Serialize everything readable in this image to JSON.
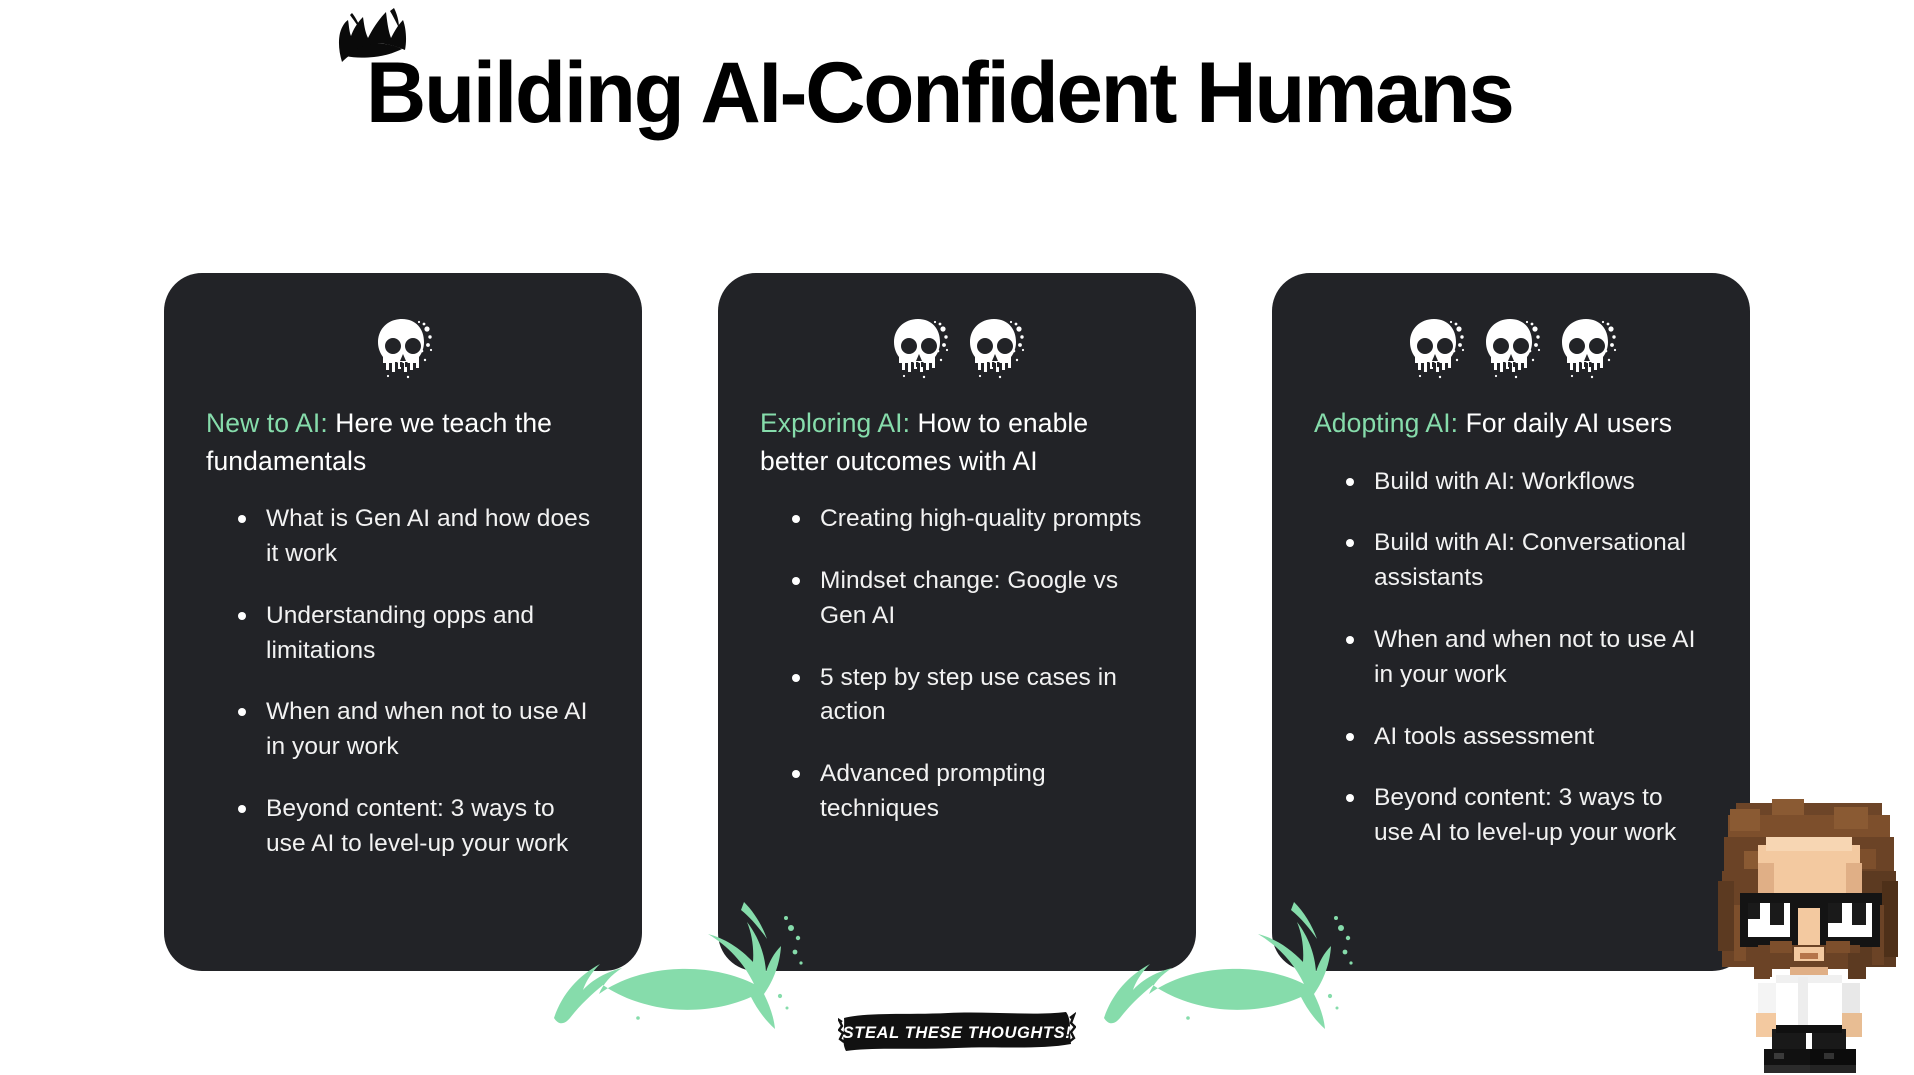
{
  "page": {
    "title": "Building AI-Confident Humans",
    "background_color": "#ffffff",
    "accent_color": "#86dcab",
    "card_color": "#222327",
    "text_color": "#ffffff"
  },
  "doodle": {
    "crown_icon": "crown-scribble-icon"
  },
  "cards": [
    {
      "id": "new-to-ai",
      "skull_count": 1,
      "skull_icon": "skull-icon",
      "heading_accent": "New to AI:",
      "heading_rest": " Here we teach the fundamentals",
      "bullets": [
        "What is Gen AI and how does it work",
        "Understanding opps and limitations",
        "When and when not to use AI in your work",
        "Beyond content: 3 ways to use AI to level-up your work"
      ]
    },
    {
      "id": "exploring-ai",
      "skull_count": 2,
      "skull_icon": "skull-icon",
      "heading_accent": "Exploring AI:",
      "heading_rest": " How to enable better outcomes with AI",
      "bullets": [
        "Creating high-quality prompts",
        "Mindset change: Google vs Gen AI",
        "5 step by step use cases in action",
        "Advanced prompting techniques"
      ]
    },
    {
      "id": "adopting-ai",
      "skull_count": 3,
      "skull_icon": "skull-icon",
      "heading_accent": "Adopting AI:",
      "heading_rest": " For daily AI users",
      "bullets": [
        "Build with AI: Workflows",
        "Build with AI: Conversational assistants",
        "When and when not to use AI in your work",
        "AI tools assessment",
        "Beyond content: 3 ways to use AI to level-up your work"
      ]
    }
  ],
  "arrows": [
    {
      "id": "arrow-card1-to-card2",
      "icon": "brush-arrow-right-icon",
      "color": "#86dcab"
    },
    {
      "id": "arrow-card2-to-card3",
      "icon": "brush-arrow-right-icon",
      "color": "#86dcab"
    }
  ],
  "badge": {
    "label": "STEAL THESE THOUGHTS!",
    "background_color": "#111111",
    "text_color": "#ffffff"
  },
  "avatar": {
    "icon": "pixel-avatar-icon",
    "description": "pixel art person with curly brown hair, black glasses, beard, white t-shirt, dark pants and black shoes"
  }
}
